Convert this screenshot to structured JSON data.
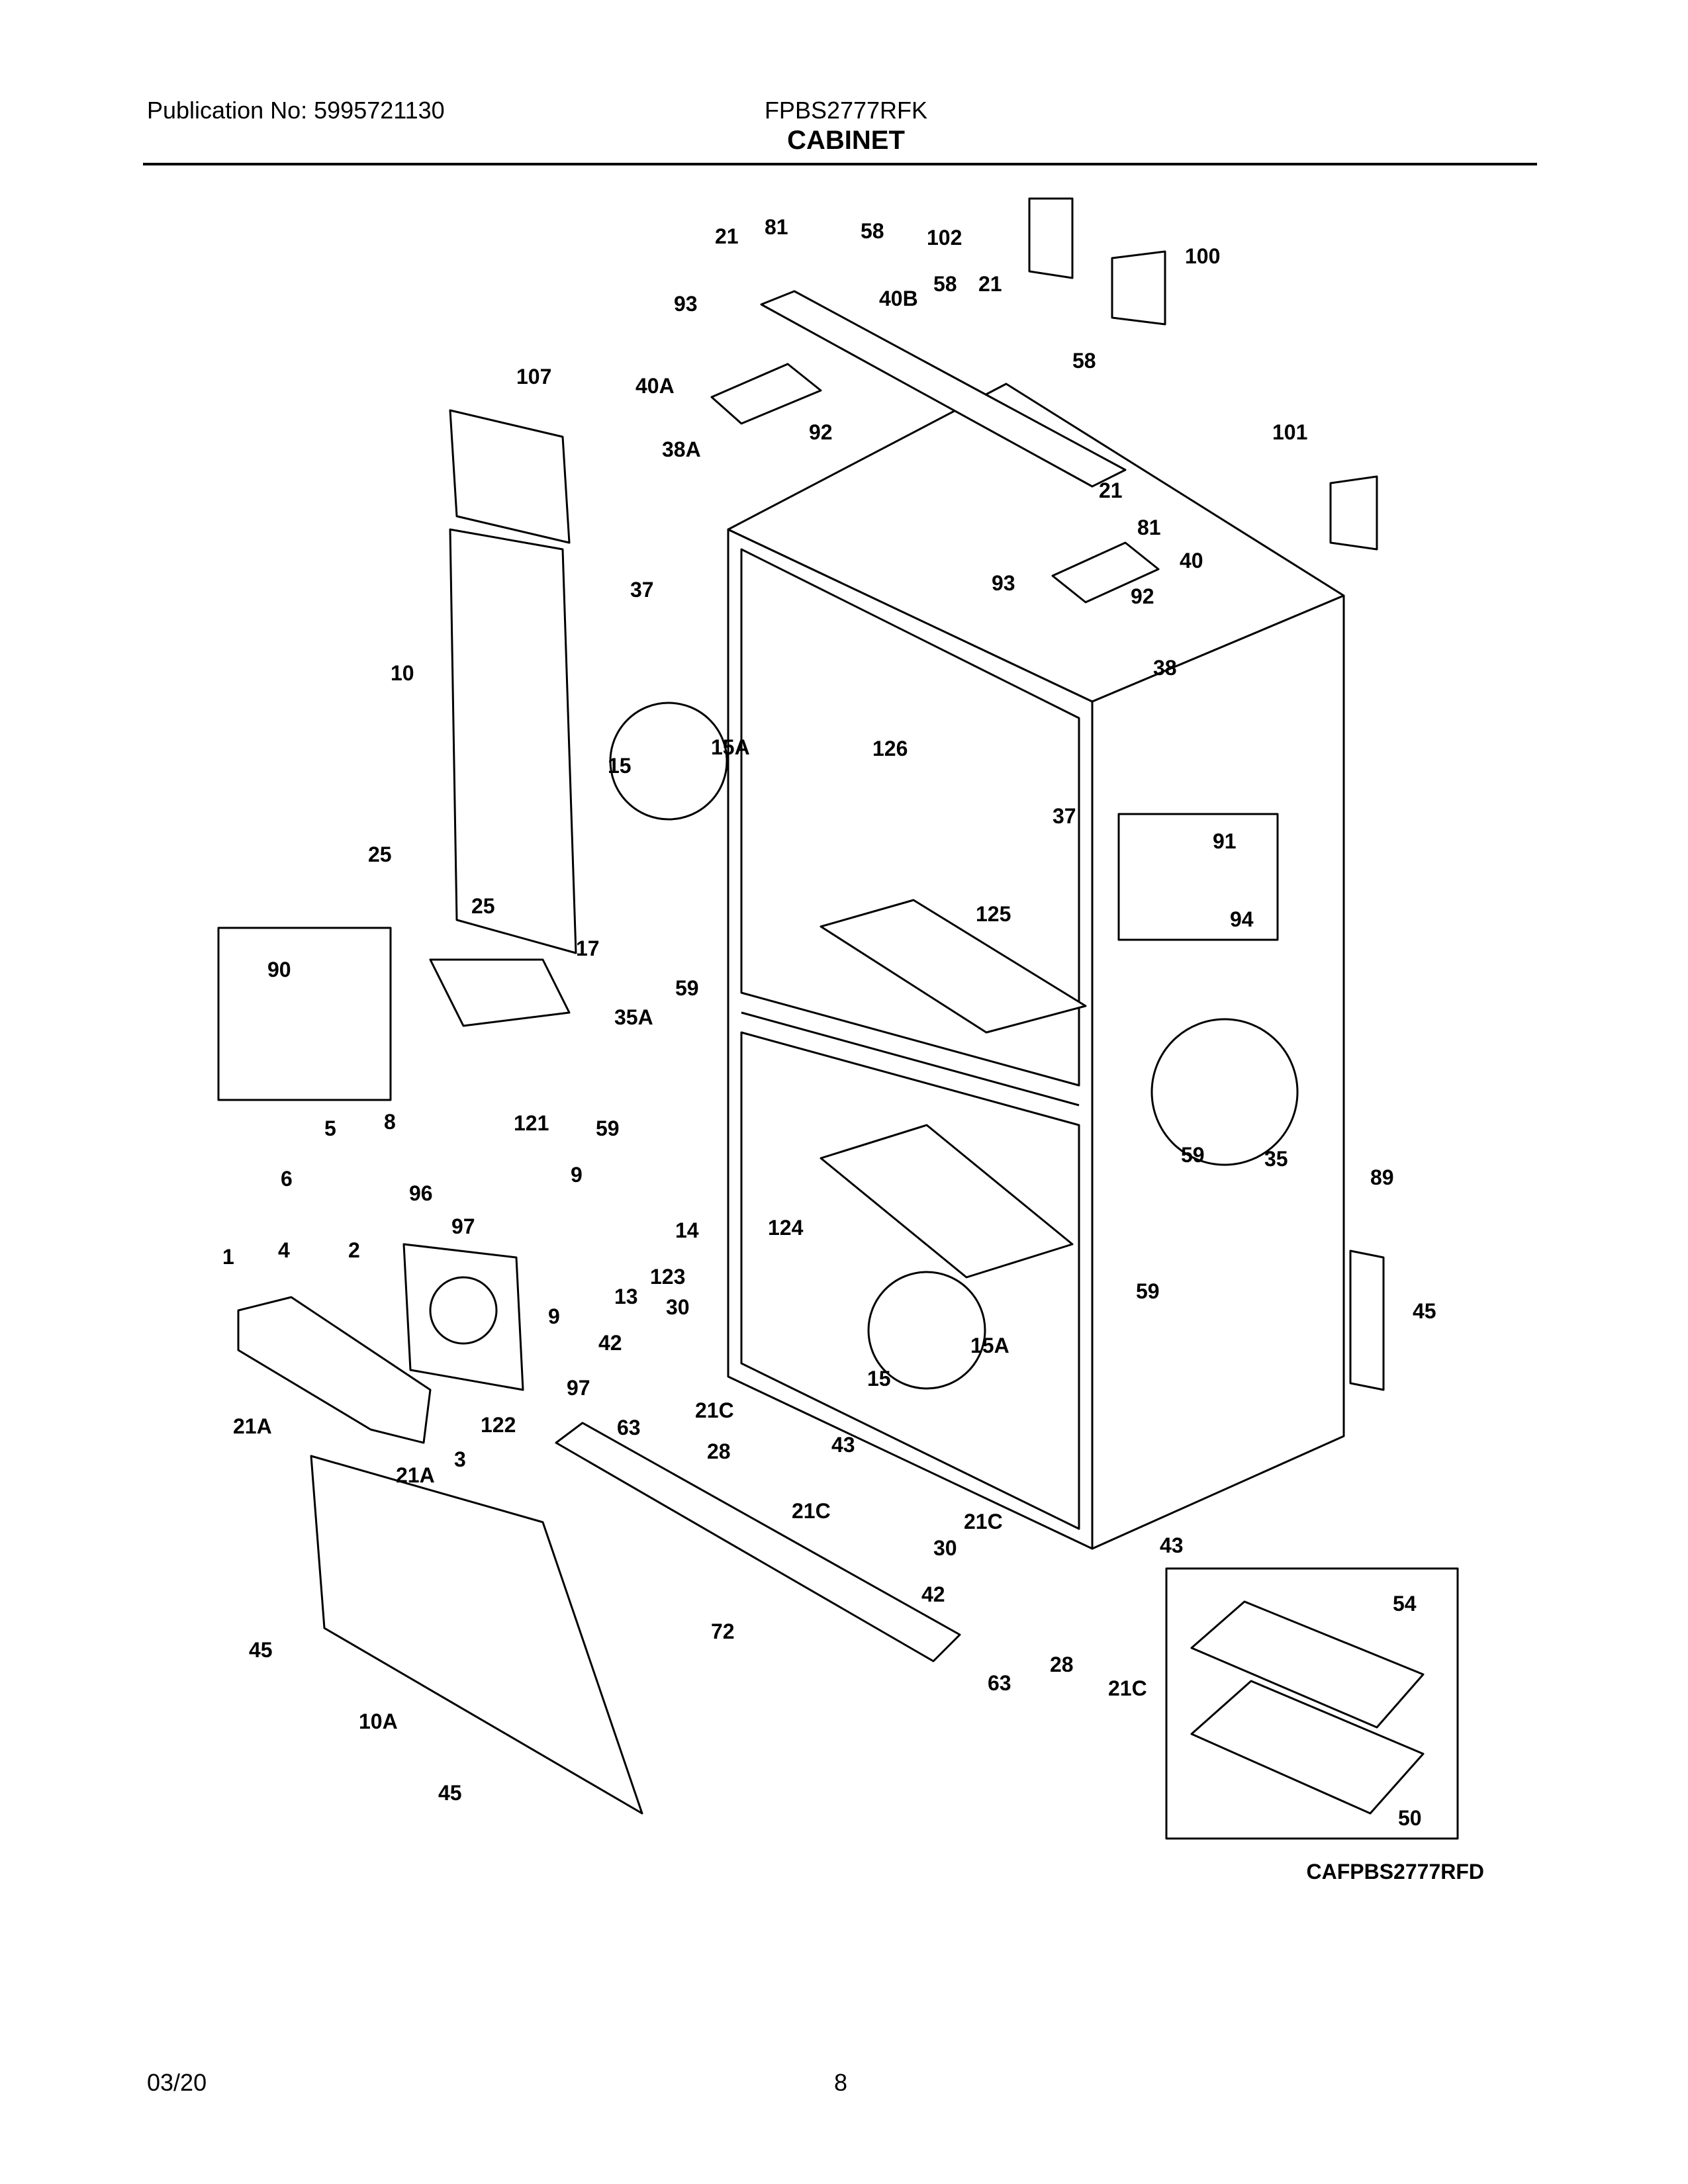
{
  "header": {
    "publication": "Publication No: 5995721130",
    "model": "FPBS2777RFK",
    "title": "CABINET"
  },
  "diagram": {
    "code": "CAFPBS2777RFD",
    "callouts": [
      "21",
      "81",
      "58",
      "102",
      "100",
      "93",
      "40B",
      "58",
      "21",
      "107",
      "40A",
      "58",
      "92",
      "38A",
      "101",
      "21",
      "81",
      "40",
      "37",
      "93",
      "92",
      "38",
      "10",
      "15",
      "15A",
      "126",
      "37",
      "91",
      "94",
      "25",
      "25",
      "17",
      "125",
      "90",
      "59",
      "35A",
      "59",
      "59",
      "35",
      "5",
      "8",
      "121",
      "9",
      "89",
      "6",
      "96",
      "97",
      "124",
      "14",
      "59",
      "1",
      "4",
      "2",
      "13",
      "123",
      "30",
      "45",
      "9",
      "15",
      "15A",
      "42",
      "97",
      "63",
      "21C",
      "28",
      "43",
      "21A",
      "122",
      "3",
      "21A",
      "21C",
      "21C",
      "43",
      "30",
      "42",
      "54",
      "45",
      "72",
      "28",
      "63",
      "21C",
      "10A",
      "50",
      "45"
    ]
  },
  "footer": {
    "date": "03/20",
    "page": "8"
  }
}
